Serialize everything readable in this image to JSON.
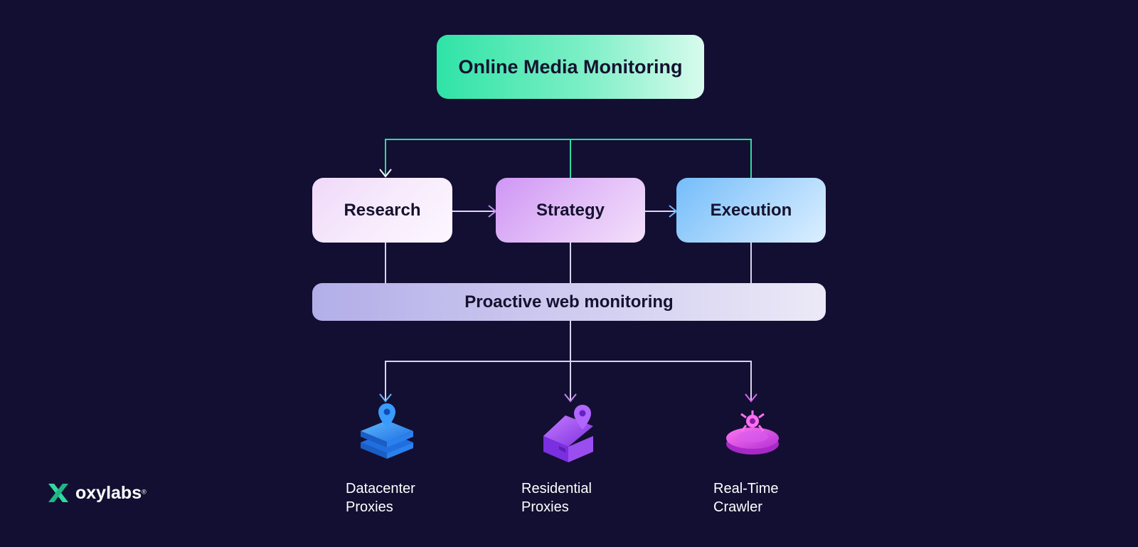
{
  "diagram": {
    "title": "Online Media Monitoring",
    "stages": [
      "Research",
      "Strategy",
      "Execution"
    ],
    "foundation": "Proactive web monitoring",
    "tools": [
      {
        "line1": "Datacenter",
        "line2": "Proxies",
        "icon": "datacenter-server-icon"
      },
      {
        "line1": "Residential",
        "line2": "Proxies",
        "icon": "residential-house-icon"
      },
      {
        "line1": "Real-Time",
        "line2": "Crawler",
        "icon": "crawler-robot-icon"
      }
    ]
  },
  "brand": {
    "name": "oxylabs",
    "reg_mark": "®",
    "logo_icon": "oxylabs-x-icon"
  },
  "colors": {
    "background": "#130f32",
    "connector_green": "#2fd9a0",
    "connector_light": "#d8d4ef",
    "arrow_purple": "#c58af0",
    "arrow_blue": "#6fb8f7",
    "arrow_magenta": "#d86af0"
  }
}
